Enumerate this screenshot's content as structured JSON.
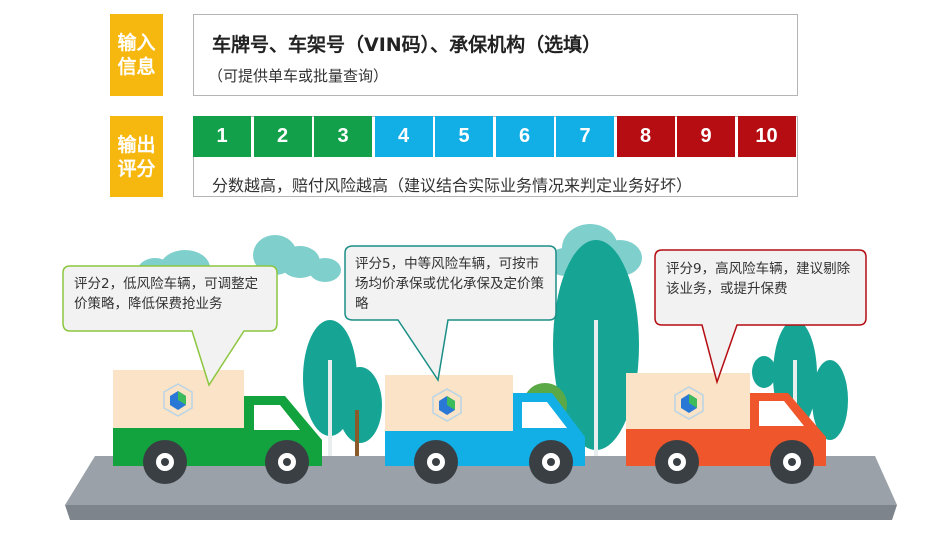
{
  "input": {
    "label": "输入信息",
    "title": "车牌号、车架号（VIN码）、承保机构（选填）",
    "subtitle": "（可提供单车或批量查询）"
  },
  "output": {
    "label": "输出评分",
    "scores": [
      {
        "value": "1",
        "color": "#12a14a"
      },
      {
        "value": "2",
        "color": "#12a14a"
      },
      {
        "value": "3",
        "color": "#12a14a"
      },
      {
        "value": "4",
        "color": "#12aee6"
      },
      {
        "value": "5",
        "color": "#12aee6"
      },
      {
        "value": "6",
        "color": "#12aee6"
      },
      {
        "value": "7",
        "color": "#12aee6"
      },
      {
        "value": "8",
        "color": "#b50d12"
      },
      {
        "value": "9",
        "color": "#b50d12"
      },
      {
        "value": "10",
        "color": "#b50d12"
      }
    ],
    "note": "分数越高，赔付风险越高（建议结合实际业务情况来判定业务好坏）"
  },
  "bubbles": {
    "low": {
      "text": "评分2，低风险车辆，可调整定价策略，降低保费抢业务",
      "color": "#8cc63f"
    },
    "mid": {
      "text": "评分5，中等风险车辆，可按市场均价承保或优化承保及定价策略",
      "color": "#1b8e86"
    },
    "high": {
      "text": "评分9，高风险车辆，建议剔除该业务，或提升保费",
      "color": "#b50d12"
    }
  },
  "trucks": {
    "low": {
      "color": "#12a33f"
    },
    "mid": {
      "color": "#12aee6"
    },
    "high": {
      "color": "#f0562c"
    }
  }
}
